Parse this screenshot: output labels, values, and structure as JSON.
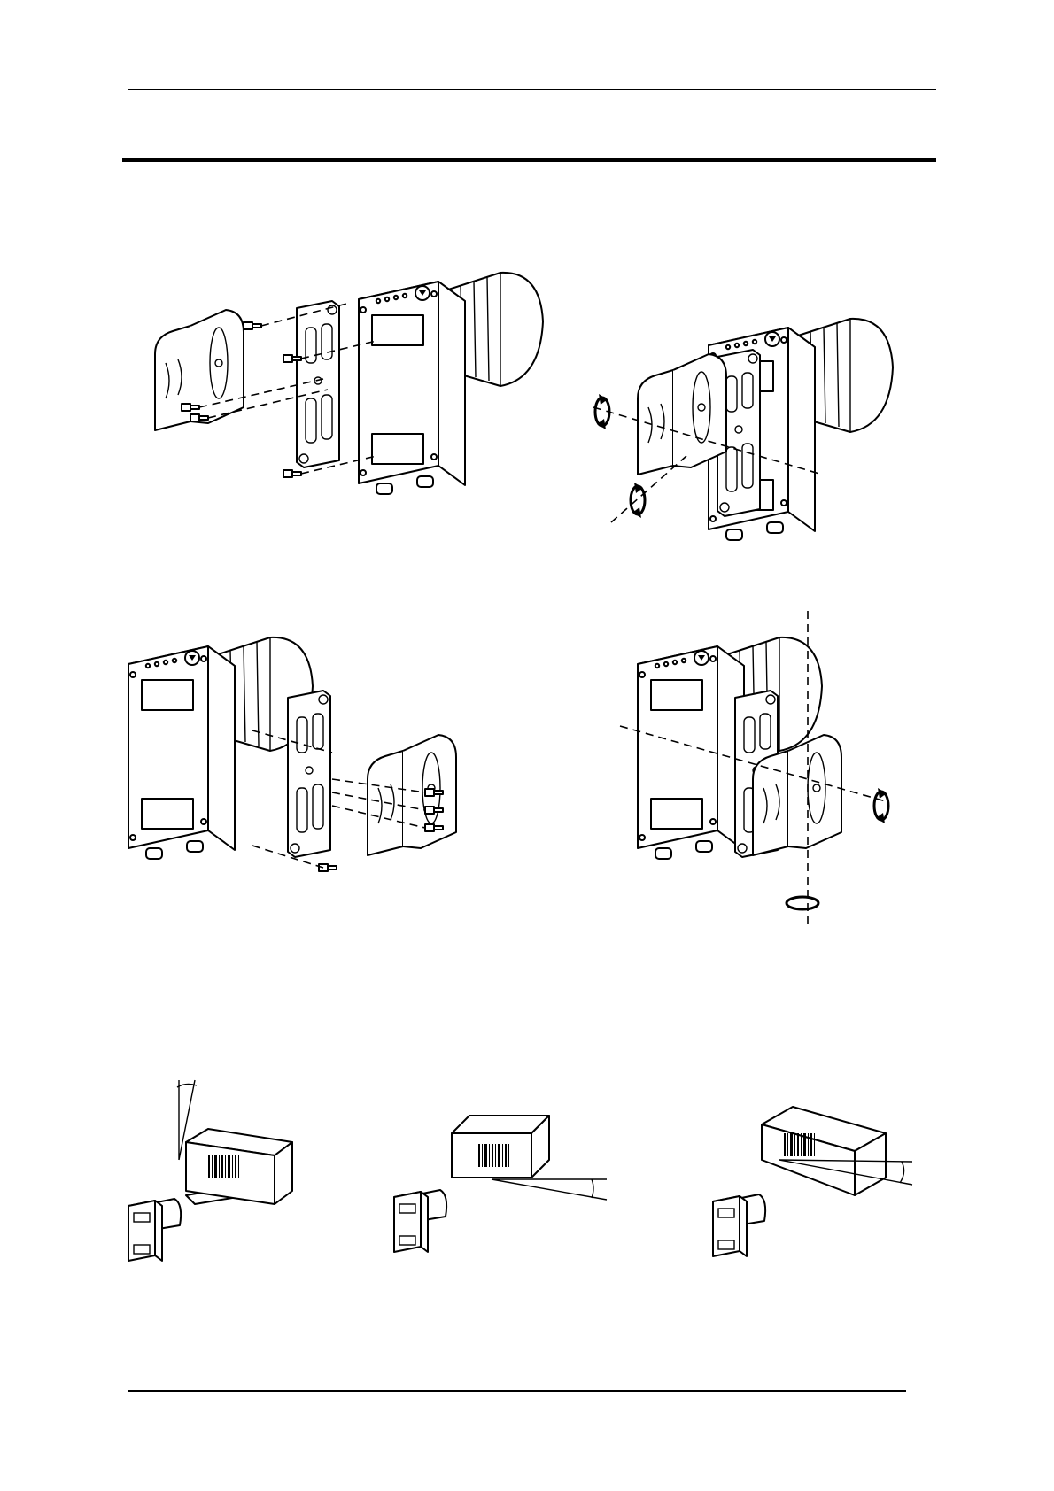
{
  "page": {
    "background": "#ffffff",
    "line_color": "#000000"
  },
  "figures": [
    {
      "id": "mount-exploded-back",
      "icon": "scanner-bracket-exploded-icon"
    },
    {
      "id": "mount-assembled-back",
      "icon": "scanner-bracket-rotation-icon"
    },
    {
      "id": "mount-exploded-front",
      "icon": "scanner-l-bracket-exploded-icon"
    },
    {
      "id": "mount-assembled-front",
      "icon": "scanner-l-bracket-rotation-icon"
    },
    {
      "id": "pitch-angle",
      "icon": "barcode-pitch-angle-icon"
    },
    {
      "id": "skew-angle",
      "icon": "barcode-skew-angle-icon"
    },
    {
      "id": "tilt-angle",
      "icon": "barcode-tilt-angle-icon"
    }
  ]
}
